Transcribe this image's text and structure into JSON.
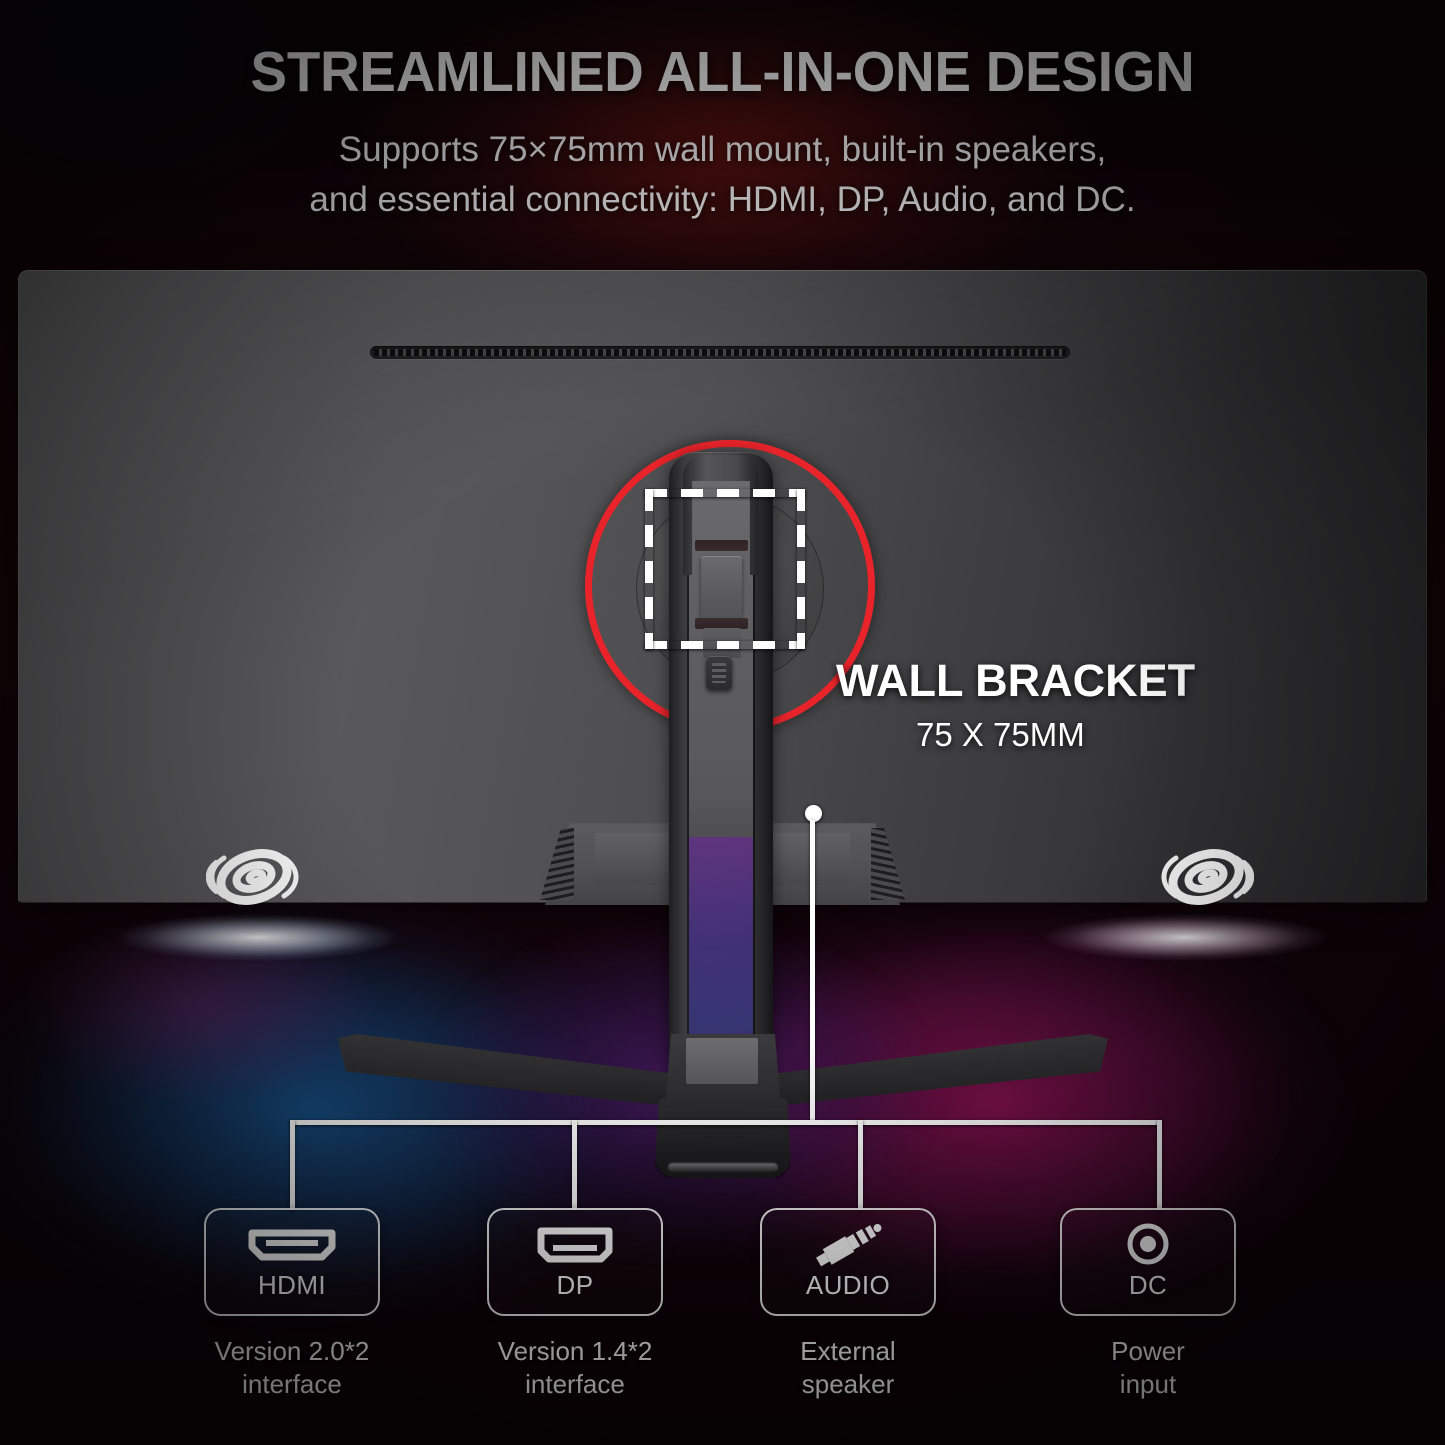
{
  "header": {
    "title": "STREAMLINED ALL-IN-ONE DESIGN",
    "subtitle_line1": "Supports 75×75mm wall mount, built-in speakers,",
    "subtitle_line2": "and essential connectivity: HDMI, DP, Audio, and DC."
  },
  "callout": {
    "wall_bracket_title": "WALL BRACKET",
    "wall_bracket_size": "75 X 75MM",
    "highlight_color": "#e8242a"
  },
  "ports": [
    {
      "id": "hdmi",
      "label": "HDMI",
      "icon": "hdmi-port-icon",
      "caption": "Version 2.0*2\ninterface"
    },
    {
      "id": "dp",
      "label": "DP",
      "icon": "displayport-port-icon",
      "caption": "Version 1.4*2\ninterface"
    },
    {
      "id": "audio",
      "label": "AUDIO",
      "icon": "audio-jack-icon",
      "caption": "External\nspeaker"
    },
    {
      "id": "dc",
      "label": "DC",
      "icon": "dc-power-icon",
      "caption": "Power\ninput"
    }
  ]
}
